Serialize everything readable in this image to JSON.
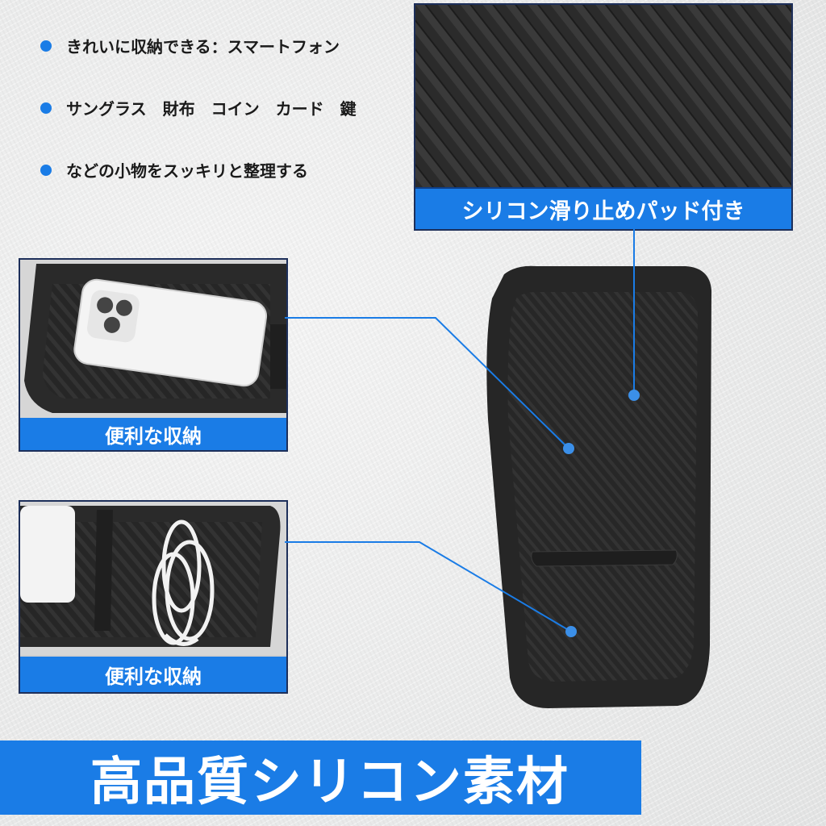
{
  "bullets": [
    "きれいに収納できる：スマートフォン",
    "サングラス　財布　コイン　カード　鍵",
    "などの小物をスッキリと整理する"
  ],
  "top_panel_label": "シリコン滑り止めパッド付き",
  "panel_phone_label": "便利な収納",
  "panel_cable_label": "便利な収納",
  "banner_text": "高品質シリコン素材",
  "colors": {
    "accent": "#1a7ce6",
    "tray": "#2b2b2b"
  }
}
